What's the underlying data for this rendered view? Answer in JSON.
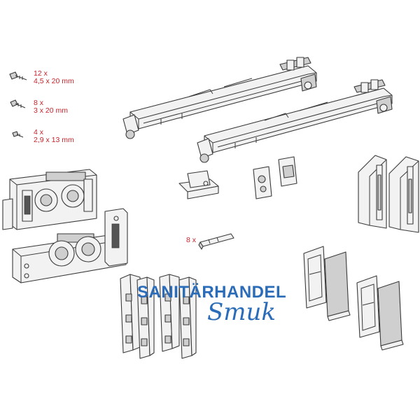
{
  "screws": {
    "large": {
      "qty": "12 x",
      "size": "4,5 x 20 mm"
    },
    "medium": {
      "qty": "8 x",
      "size": "3 x 20 mm"
    },
    "small": {
      "qty": "4 x",
      "size": "2,9 x 13 mm"
    }
  },
  "clips": {
    "qty": "8 x"
  },
  "watermark": {
    "line1": "SANITÄRHANDEL",
    "line2": "Smuk"
  },
  "colors": {
    "label": "#c8232c",
    "line": "#3a3a3a",
    "fill": "#f2f2f2",
    "shade": "#cfcfcf",
    "watermark": "#2b6cb8"
  }
}
